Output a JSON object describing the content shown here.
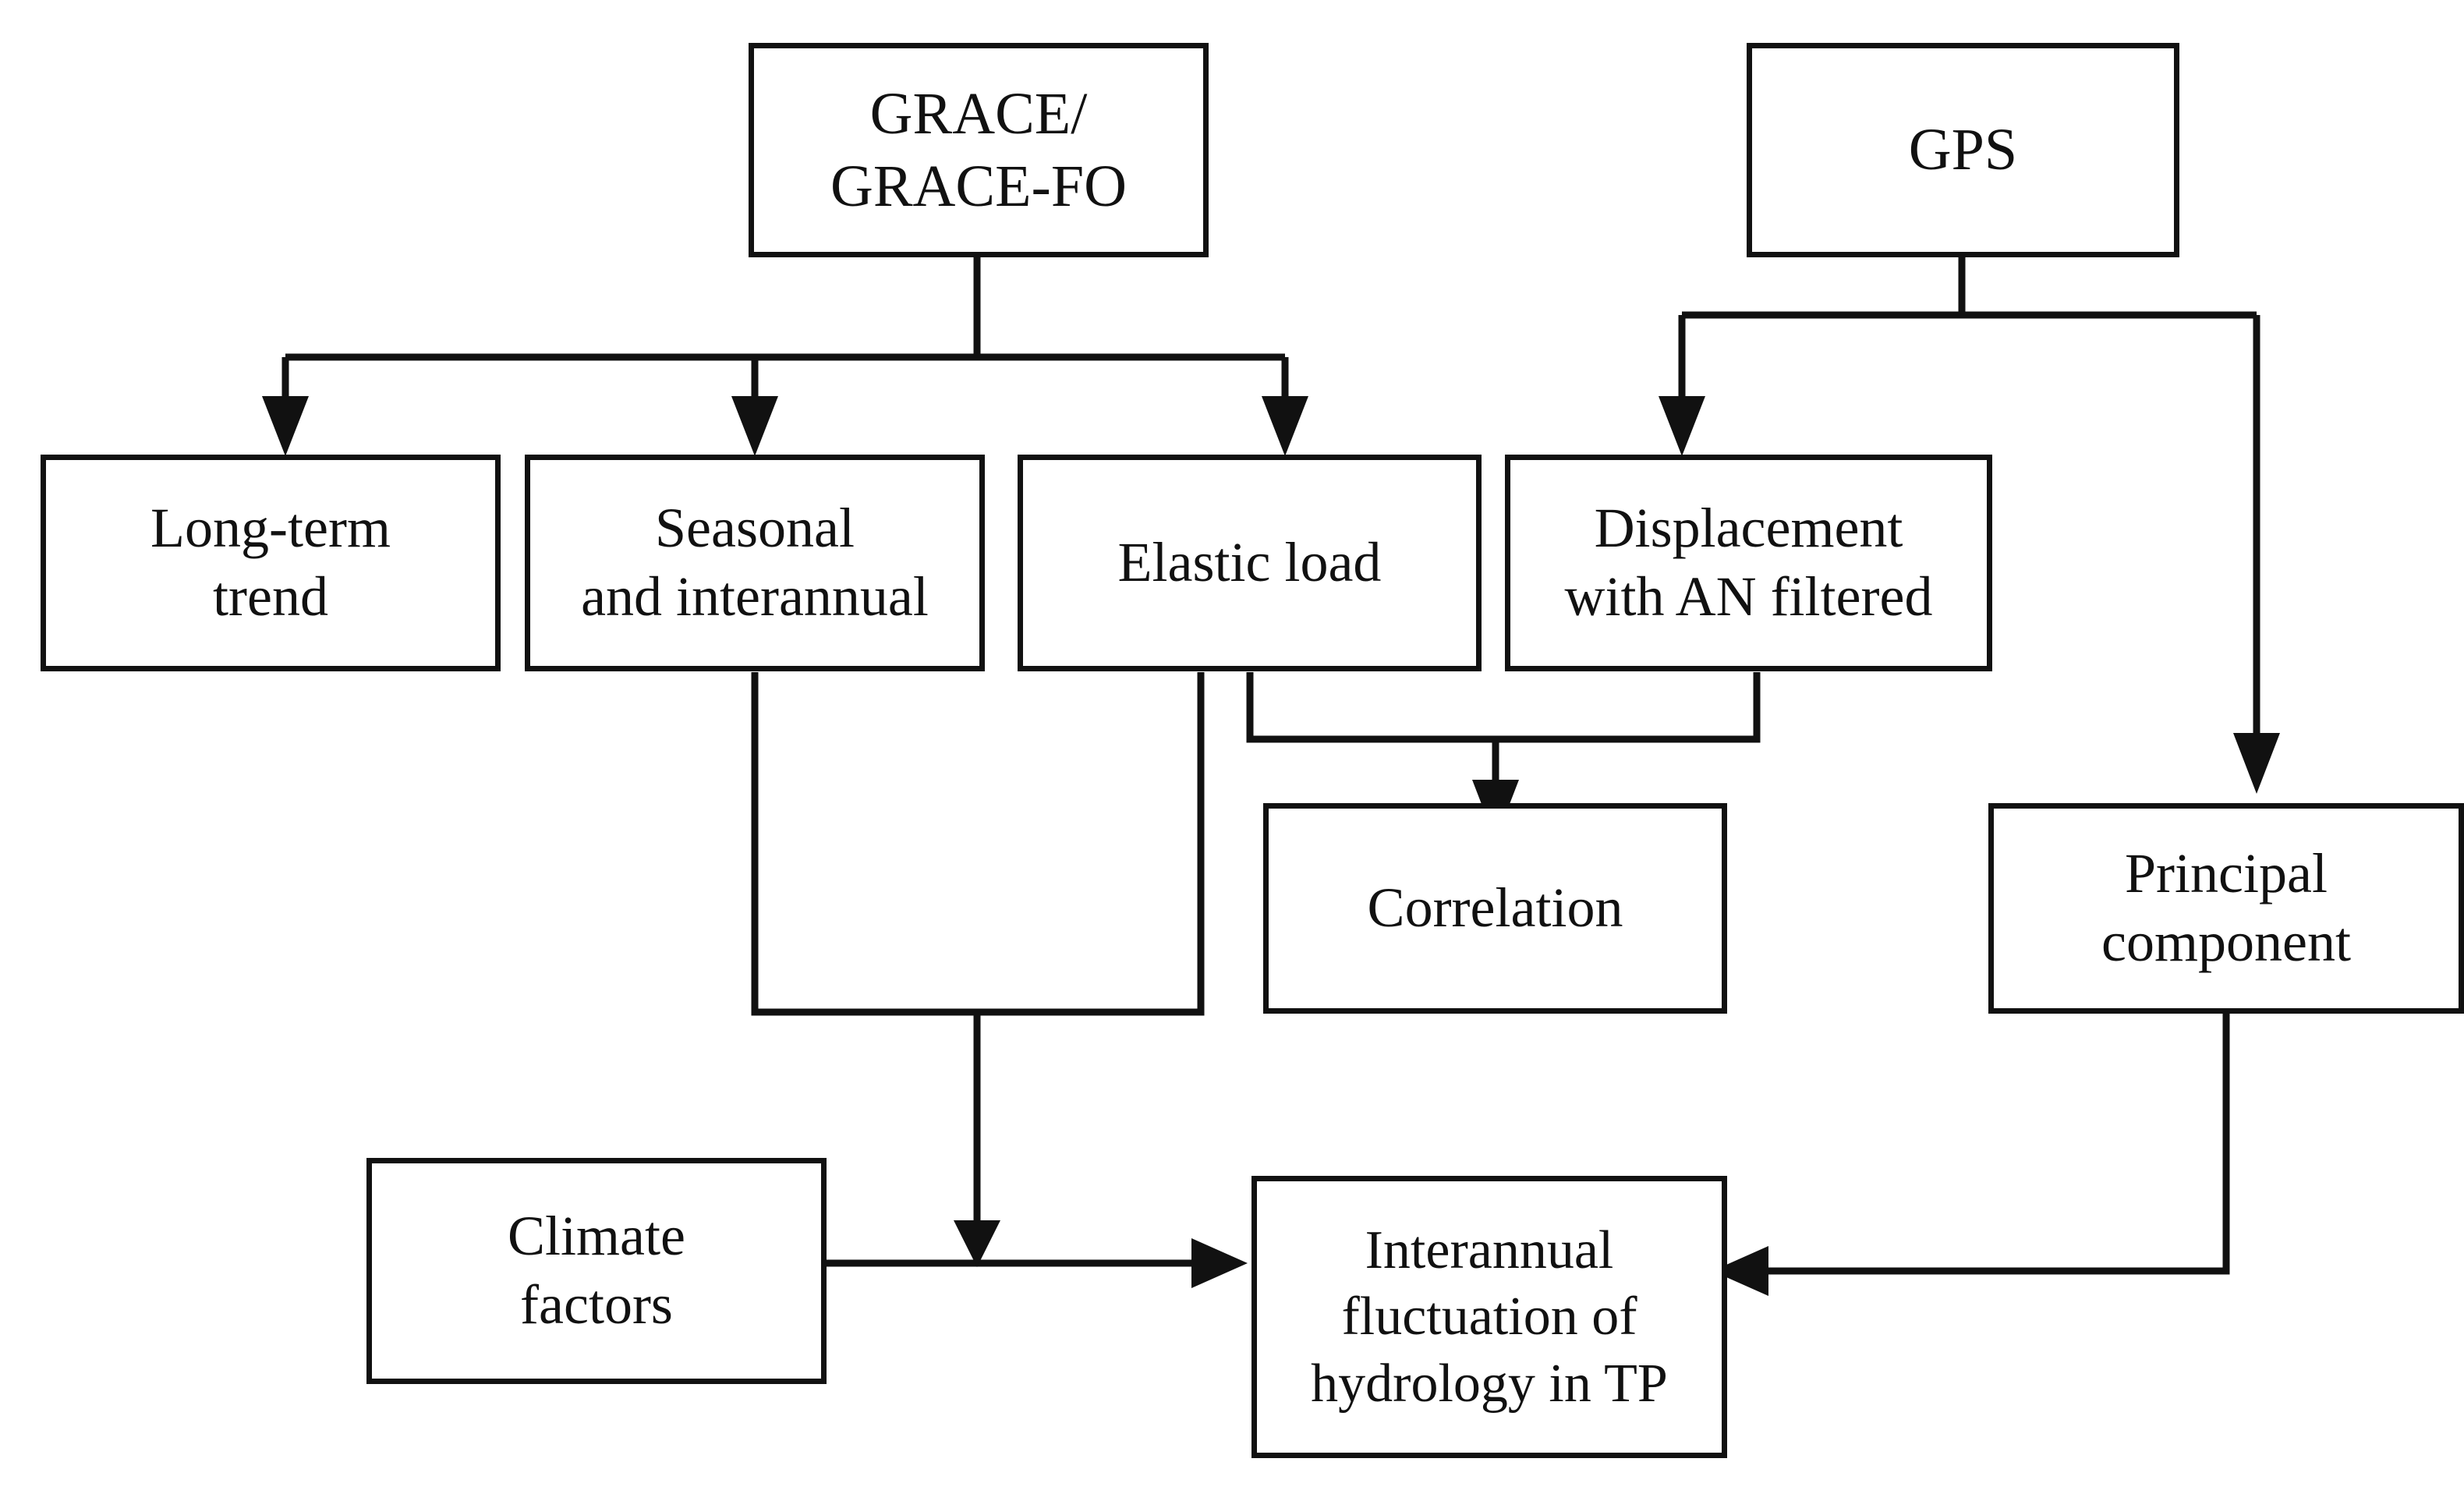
{
  "diagram": {
    "title": "Flowchart of GRACE/GRACE-FO and GPS data processing for interannual hydrology in TP",
    "background_color": "#ffffff",
    "line_color": "#111111",
    "box_border_color": "#111111",
    "box_fill_color": "#ffffff"
  },
  "nodes": {
    "grace": {
      "label": "GRACE/\nGRACE-FO"
    },
    "gps": {
      "label": "GPS"
    },
    "long_term_trend": {
      "label": "Long-term\ntrend"
    },
    "seasonal": {
      "label": "Seasonal\nand interannual"
    },
    "elastic_load": {
      "label": "Elastic load"
    },
    "displacement": {
      "label": "Displacement\nwith AN filtered"
    },
    "correlation": {
      "label": "Correlation"
    },
    "principal_component": {
      "label": "Principal\ncomponent"
    },
    "climate_factors": {
      "label": "Climate\nfactors"
    },
    "interannual": {
      "label": "Interannual\nfluctuation of\nhydrology in TP"
    }
  },
  "edges": [
    {
      "name": "grace-to-long-term-trend",
      "from": "grace",
      "to": "long_term_trend",
      "arrow": "down"
    },
    {
      "name": "grace-to-seasonal",
      "from": "grace",
      "to": "seasonal",
      "arrow": "down"
    },
    {
      "name": "grace-to-elastic-load",
      "from": "grace",
      "to": "elastic_load",
      "arrow": "down"
    },
    {
      "name": "gps-to-displacement",
      "from": "gps",
      "to": "displacement",
      "arrow": "down"
    },
    {
      "name": "gps-to-principal-component",
      "from": "gps",
      "to": "principal_component",
      "arrow": "down"
    },
    {
      "name": "elastic-load-and-displacement-to-correlation",
      "from": "elastic_load,displacement",
      "to": "correlation",
      "arrow": "down"
    },
    {
      "name": "seasonal-and-elastic-load-to-interannual",
      "from": "seasonal,elastic_load",
      "to": "interannual",
      "arrow": "down-right"
    },
    {
      "name": "climate-factors-to-interannual",
      "from": "climate_factors",
      "to": "interannual",
      "arrow": "right"
    },
    {
      "name": "principal-component-to-interannual",
      "from": "principal_component",
      "to": "interannual",
      "arrow": "left"
    }
  ]
}
